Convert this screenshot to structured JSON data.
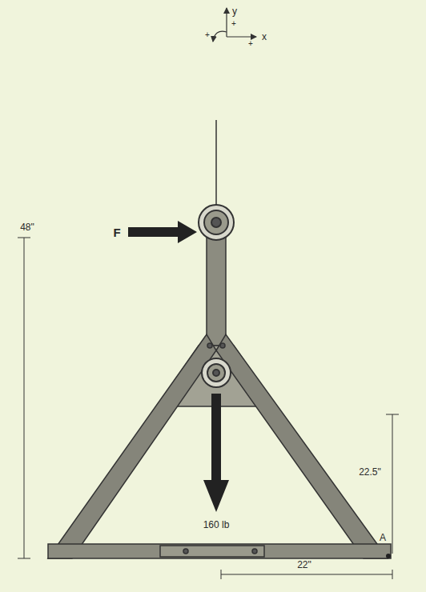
{
  "diagram": {
    "labels": [
      "y",
      "+",
      "+",
      "x",
      "+",
      "F",
      "48\"",
      "22.5\"",
      "160 lb",
      "22\"",
      "A"
    ]
  }
}
